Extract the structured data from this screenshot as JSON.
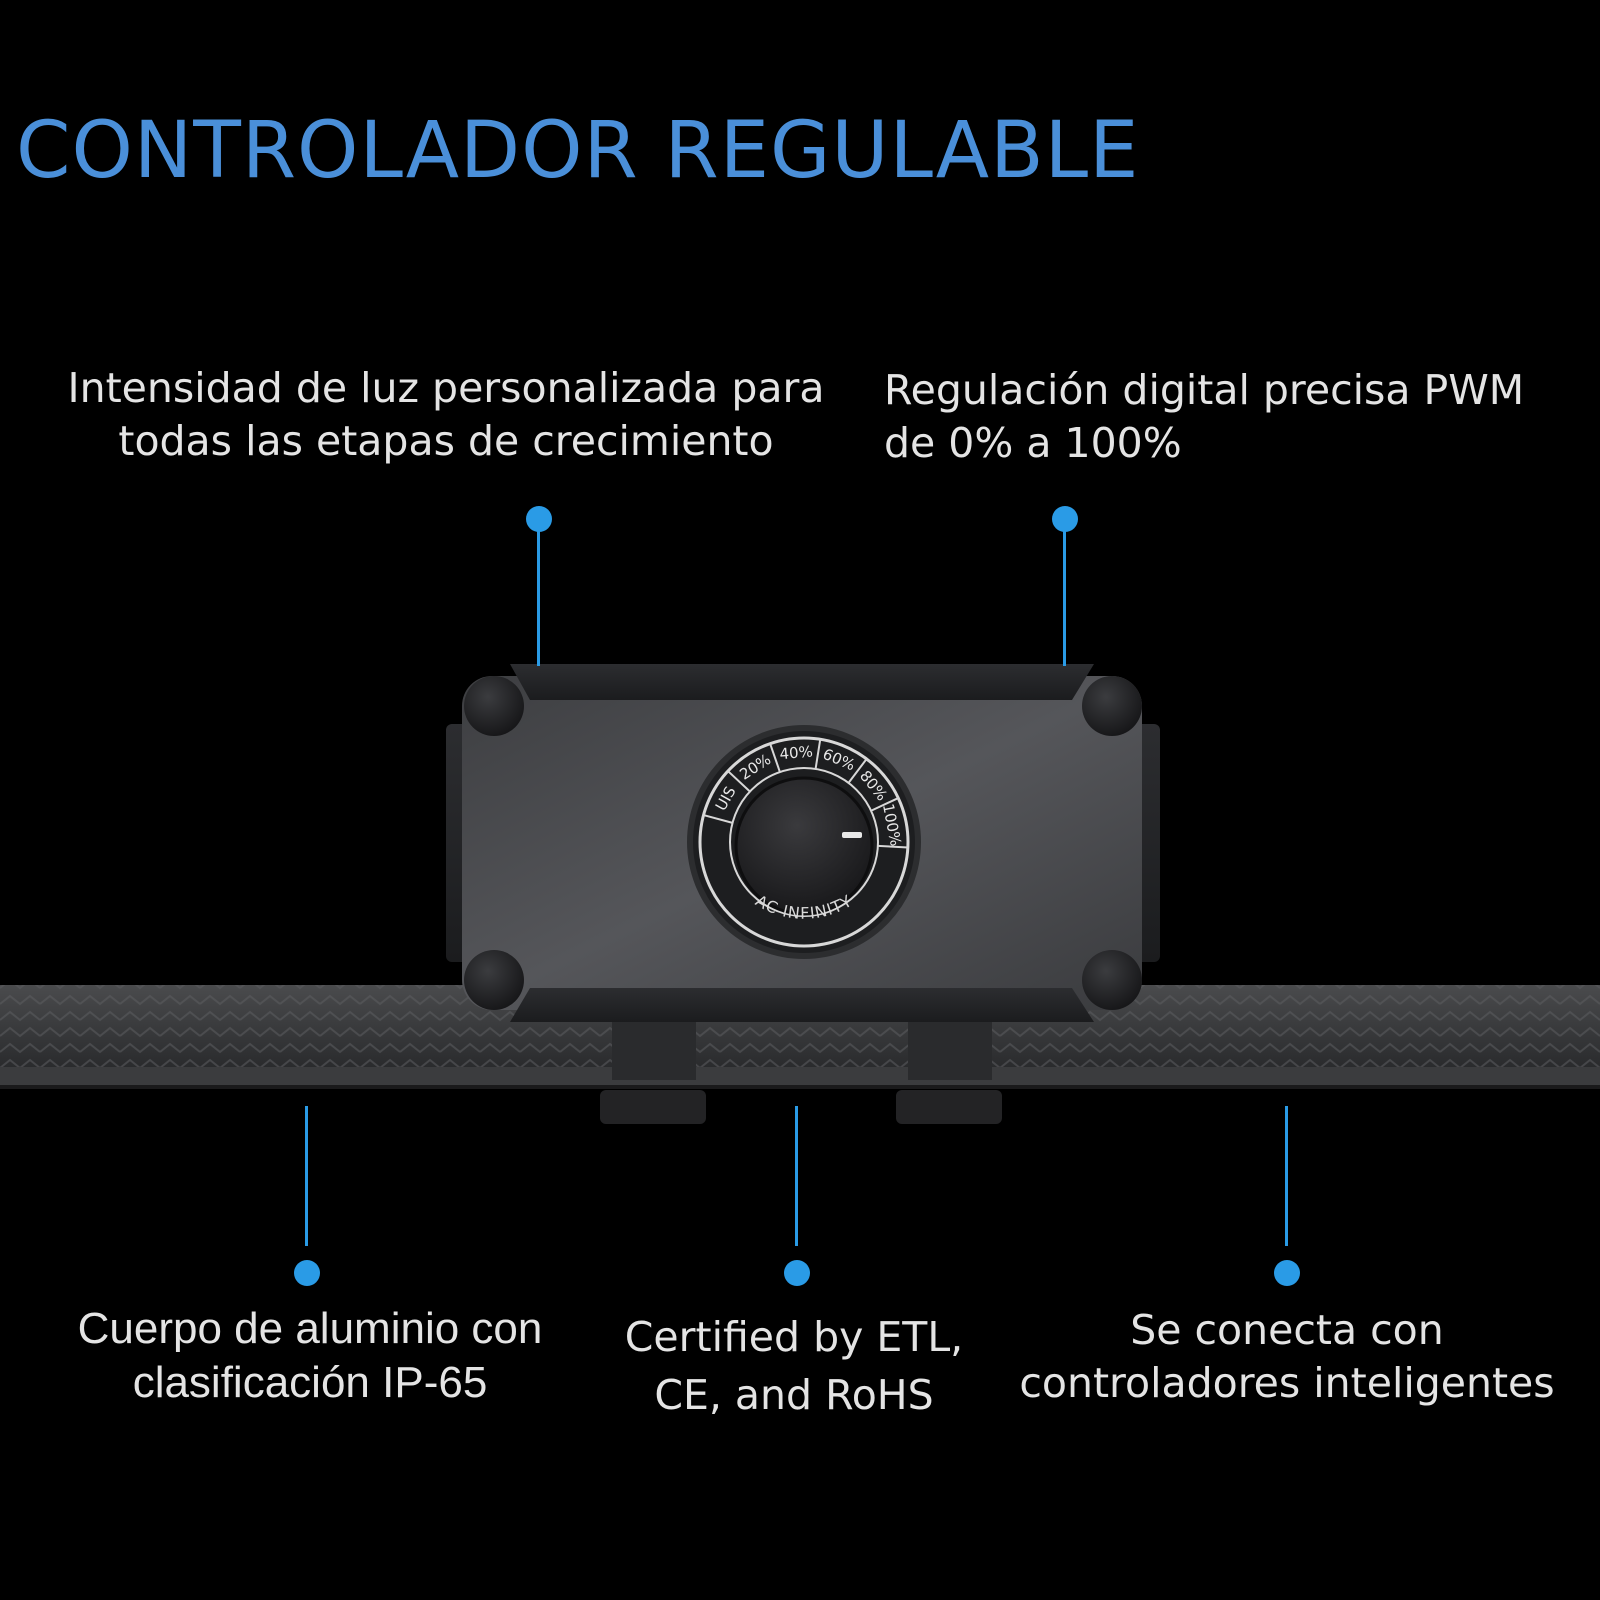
{
  "title": "CONTROLADOR REGULABLE",
  "accent_color": "#4a8fd9",
  "callout_color": "#2a9be6",
  "features": {
    "top_left": [
      "Intensidad de luz personalizada para",
      "todas las etapas de crecimiento"
    ],
    "top_right": [
      "Regulación digital precisa PWM",
      "de 0% a 100%"
    ],
    "bottom_left": [
      "Cuerpo de aluminio con",
      "clasificación IP-65"
    ],
    "bottom_center": [
      "Certified by ETL,",
      "CE, and RoHS"
    ],
    "bottom_right": [
      "Se conecta con",
      "controladores inteligentes"
    ]
  },
  "dial": {
    "scale_labels": [
      "UIS",
      "20%",
      "40%",
      "60%",
      "80%",
      "100%"
    ],
    "brand": "AC INFINITY"
  }
}
